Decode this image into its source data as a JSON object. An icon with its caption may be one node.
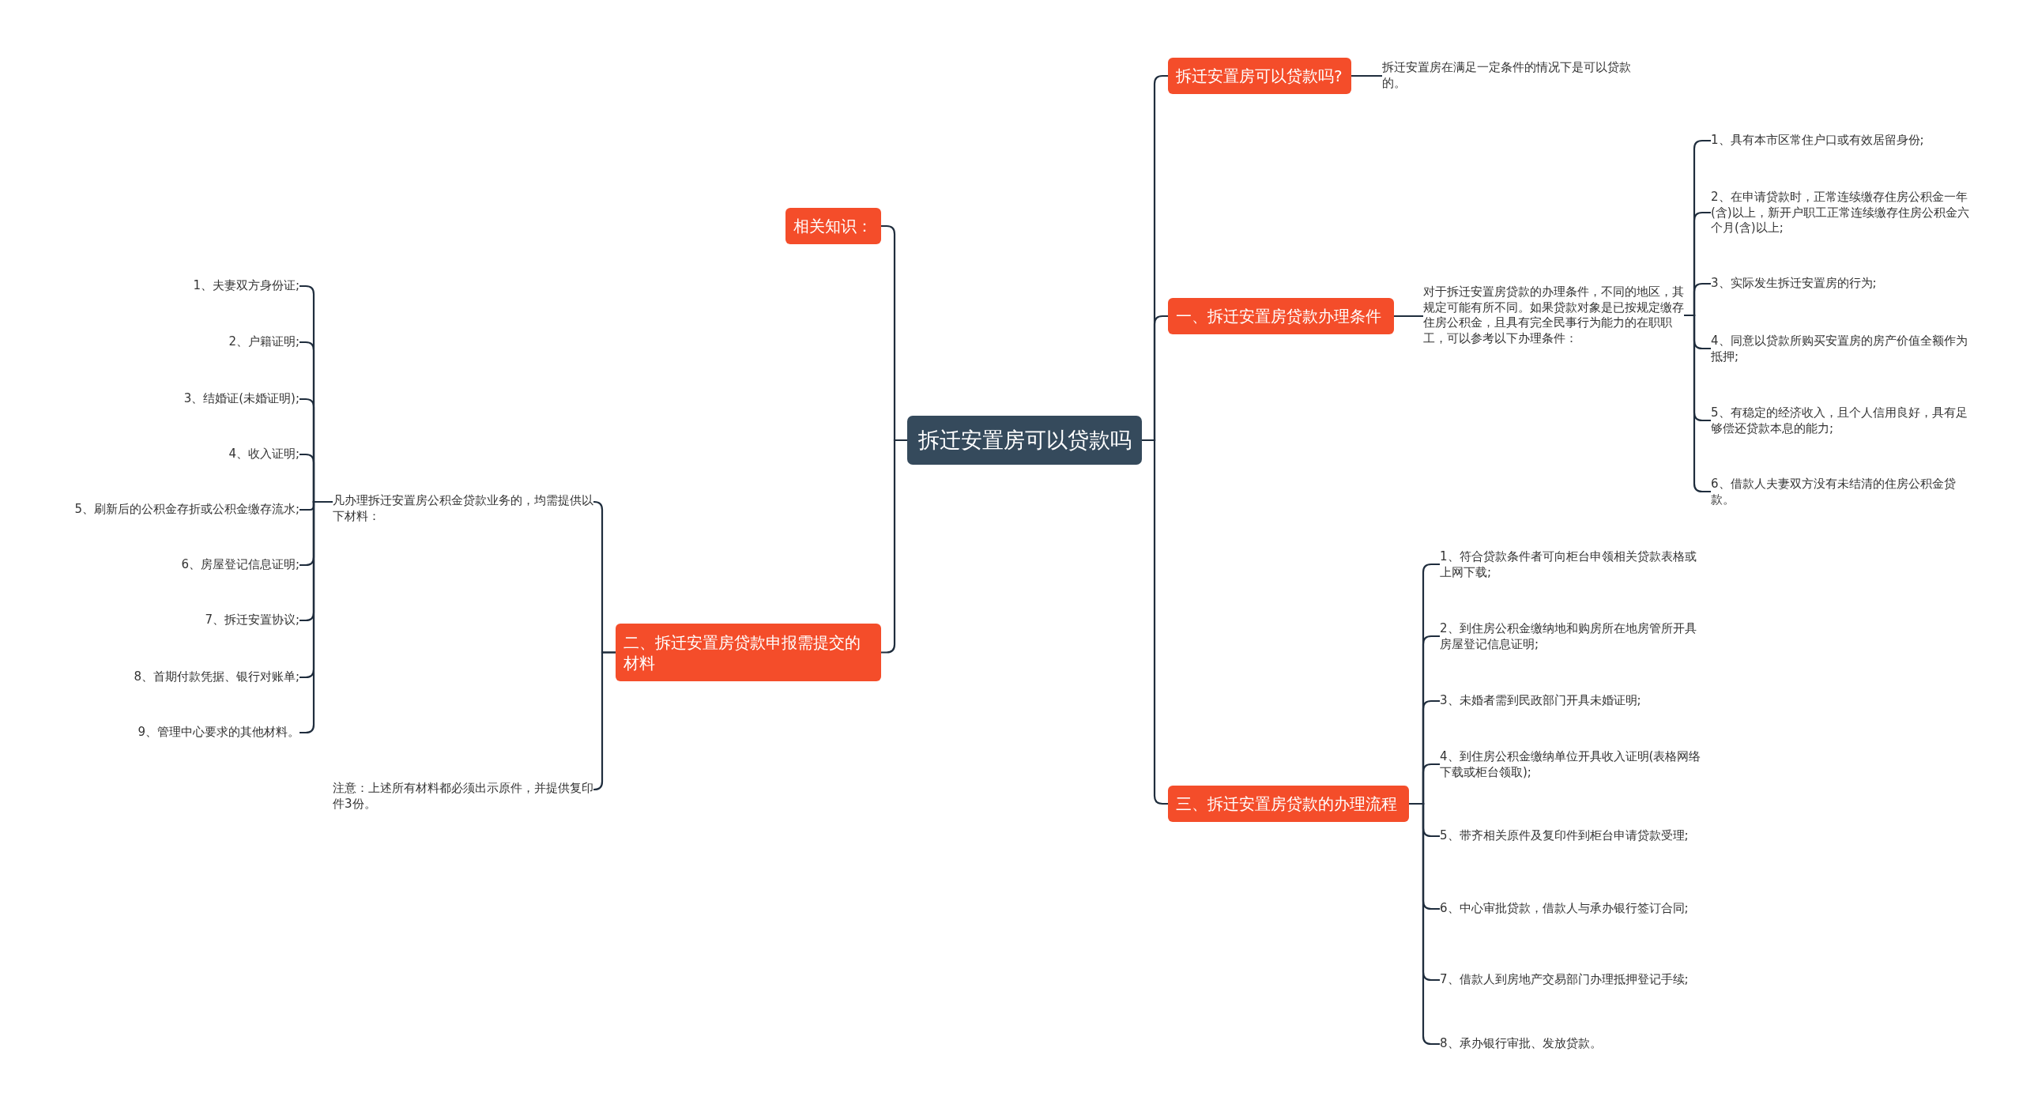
{
  "diagram": {
    "nodes": [
      {
        "text": [
          "拆迁安置房可以贷款吗"
        ]
      },
      {
        "text": [
          "相关知识："
        ]
      },
      {
        "text": [
          "二、拆迁安置房贷款申报需提交的材料"
        ]
      },
      {
        "text": [
          "凡办理拆迁安置房公积金贷款业务的，均需提供以下材料："
        ]
      },
      {
        "text": [
          "1、夫妻双方身份证;"
        ]
      },
      {
        "text": [
          "2、户籍证明;"
        ]
      },
      {
        "text": [
          "3、结婚证(未婚证明);"
        ]
      },
      {
        "text": [
          "4、收入证明;"
        ]
      },
      {
        "text": [
          "5、刷新后的公积金存折或公积金缴存流水;"
        ]
      },
      {
        "text": [
          "6、房屋登记信息证明;"
        ]
      },
      {
        "text": [
          "7、拆迁安置协议;"
        ]
      },
      {
        "text": [
          "8、首期付款凭据、银行对账单;"
        ]
      },
      {
        "text": [
          "9、管理中心要求的其他材料。"
        ]
      },
      {
        "text": [
          "注意：上述所有材料都必须出示原件，并提供复印件3份。"
        ]
      },
      {
        "text": [
          "拆迁安置房可以贷款吗?"
        ]
      },
      {
        "text": [
          "拆迁安置房在满足一定条件的情况下是可以贷款的。"
        ]
      },
      {
        "text": [
          "一、拆迁安置房贷款办理条件"
        ]
      },
      {
        "text": [
          "对于拆迁安置房贷款的办理条件，不同的地区，其规定可能有所不同。如果贷款对象是已按规定缴存住房公积金，且具有完全民事行为能力的在职职工，可以参考以下办理条件："
        ]
      },
      {
        "text": [
          "1、具有本市区常住户口或有效居留身份;"
        ]
      },
      {
        "text": [
          "2、在申请贷款时，正常连续缴存住房公积金一年(含)以上，新开户职工正常连续缴存住房公积金六个月(含)以上;"
        ]
      },
      {
        "text": [
          "3、实际发生拆迁安置房的行为;"
        ]
      },
      {
        "text": [
          "4、同意以贷款所购买安置房的房产价值全额作为抵押;"
        ]
      },
      {
        "text": [
          "5、有稳定的经济收入，且个人信用良好，具有足够偿还贷款本息的能力;"
        ]
      },
      {
        "text": [
          "6、借款人夫妻双方没有未结清的住房公积金贷款。"
        ]
      },
      {
        "text": [
          "三、拆迁安置房贷款的办理流程"
        ]
      },
      {
        "text": [
          "1、符合贷款条件者可向柜台申领相关贷款表格或上网下载;"
        ]
      },
      {
        "text": [
          "2、到住房公积金缴纳地和购房所在地房管所开具房屋登记信息证明;"
        ]
      },
      {
        "text": [
          "3、未婚者需到民政部门开具未婚证明;"
        ]
      },
      {
        "text": [
          "4、到住房公积金缴纳单位开具收入证明(表格网络下载或柜台领取);"
        ]
      },
      {
        "text": [
          "5、带齐相关原件及复印件到柜台申请贷款受理;"
        ]
      },
      {
        "text": [
          "6、中心审批贷款，借款人与承办银行签订合同;"
        ]
      },
      {
        "text": [
          "7、借款人到房地产交易部门办理抵押登记手续;"
        ]
      },
      {
        "text": [
          "8、承办银行审批、发放贷款。"
        ]
      }
    ],
    "edges": [
      {
        "from": 0,
        "to": 1,
        "arrow": "none"
      },
      {
        "from": 0,
        "to": 2,
        "arrow": "none"
      },
      {
        "from": 2,
        "to": 3,
        "arrow": "none"
      },
      {
        "from": 3,
        "to": 4,
        "arrow": "none"
      },
      {
        "from": 3,
        "to": 5,
        "arrow": "none"
      },
      {
        "from": 3,
        "to": 6,
        "arrow": "none"
      },
      {
        "from": 3,
        "to": 7,
        "arrow": "none"
      },
      {
        "from": 3,
        "to": 8,
        "arrow": "none"
      },
      {
        "from": 3,
        "to": 9,
        "arrow": "none"
      },
      {
        "from": 3,
        "to": 10,
        "arrow": "none"
      },
      {
        "from": 3,
        "to": 11,
        "arrow": "none"
      },
      {
        "from": 3,
        "to": 12,
        "arrow": "none"
      },
      {
        "from": 2,
        "to": 13,
        "arrow": "none"
      },
      {
        "from": 0,
        "to": 14,
        "arrow": "none"
      },
      {
        "from": 14,
        "to": 15,
        "arrow": "none"
      },
      {
        "from": 0,
        "to": 16,
        "arrow": "none"
      },
      {
        "from": 16,
        "to": 17,
        "arrow": "none"
      },
      {
        "from": 17,
        "to": 18,
        "arrow": "none"
      },
      {
        "from": 17,
        "to": 19,
        "arrow": "none"
      },
      {
        "from": 17,
        "to": 20,
        "arrow": "none"
      },
      {
        "from": 17,
        "to": 21,
        "arrow": "none"
      },
      {
        "from": 17,
        "to": 22,
        "arrow": "none"
      },
      {
        "from": 17,
        "to": 23,
        "arrow": "none"
      },
      {
        "from": 0,
        "to": 24,
        "arrow": "none"
      },
      {
        "from": 24,
        "to": 25,
        "arrow": "none"
      },
      {
        "from": 24,
        "to": 26,
        "arrow": "none"
      },
      {
        "from": 24,
        "to": 27,
        "arrow": "none"
      },
      {
        "from": 24,
        "to": 28,
        "arrow": "none"
      },
      {
        "from": 24,
        "to": 29,
        "arrow": "none"
      },
      {
        "from": 24,
        "to": 30,
        "arrow": "none"
      },
      {
        "from": 24,
        "to": 31,
        "arrow": "none"
      },
      {
        "from": 24,
        "to": 32,
        "arrow": "none"
      }
    ]
  }
}
